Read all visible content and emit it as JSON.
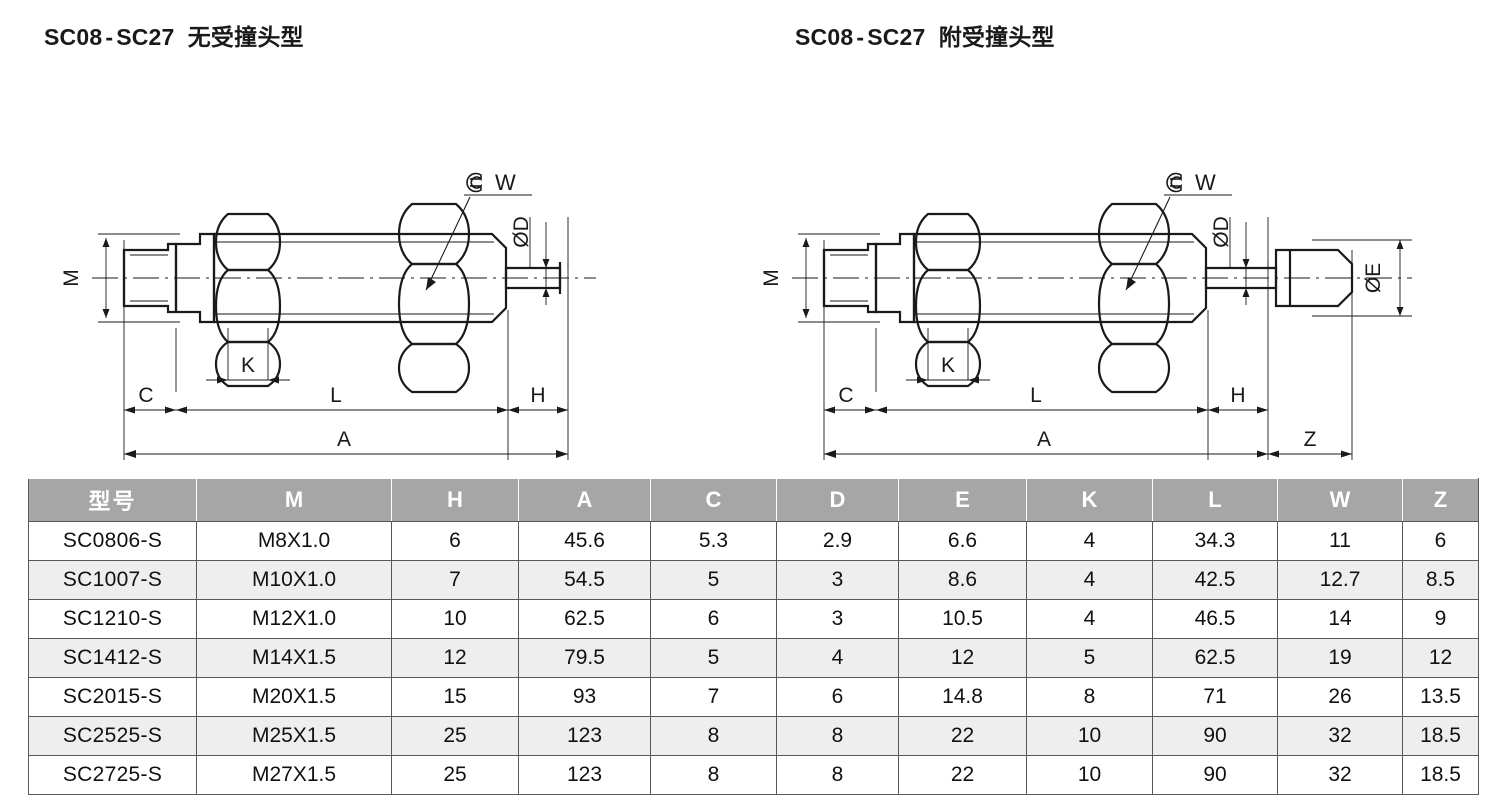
{
  "titles": {
    "left": "SC08 - SC27 无受撞头型",
    "left_code": "SC08",
    "left_dash": "-",
    "left_code2": "SC27",
    "left_cjk": "无受撞头型",
    "right_code": "SC08",
    "right_dash": "-",
    "right_code2": "SC27",
    "right_cjk": "附受撞头型"
  },
  "drawing_left": {
    "name": "shock-absorber-without-impact-cap",
    "labels": {
      "m": "M",
      "w": "W",
      "d": "ØD",
      "c": "C",
      "k": "K",
      "l": "L",
      "h": "H",
      "a": "A"
    }
  },
  "drawing_right": {
    "name": "shock-absorber-with-impact-cap",
    "labels": {
      "m": "M",
      "w": "W",
      "d": "ØD",
      "e": "ØE",
      "c": "C",
      "k": "K",
      "l": "L",
      "h": "H",
      "a": "A",
      "z": "Z"
    }
  },
  "table": {
    "headers": [
      "型号",
      "M",
      "H",
      "A",
      "C",
      "D",
      "E",
      "K",
      "L",
      "W",
      "Z"
    ],
    "rows": [
      [
        "SC0806-S",
        "M8X1.0",
        "6",
        "45.6",
        "5.3",
        "2.9",
        "6.6",
        "4",
        "34.3",
        "11",
        "6"
      ],
      [
        "SC1007-S",
        "M10X1.0",
        "7",
        "54.5",
        "5",
        "3",
        "8.6",
        "4",
        "42.5",
        "12.7",
        "8.5"
      ],
      [
        "SC1210-S",
        "M12X1.0",
        "10",
        "62.5",
        "6",
        "3",
        "10.5",
        "4",
        "46.5",
        "14",
        "9"
      ],
      [
        "SC1412-S",
        "M14X1.5",
        "12",
        "79.5",
        "5",
        "4",
        "12",
        "5",
        "62.5",
        "19",
        "12"
      ],
      [
        "SC2015-S",
        "M20X1.5",
        "15",
        "93",
        "7",
        "6",
        "14.8",
        "8",
        "71",
        "26",
        "13.5"
      ],
      [
        "SC2525-S",
        "M25X1.5",
        "25",
        "123",
        "8",
        "8",
        "22",
        "10",
        "90",
        "32",
        "18.5"
      ],
      [
        "SC2725-S",
        "M27X1.5",
        "25",
        "123",
        "8",
        "8",
        "22",
        "10",
        "90",
        "32",
        "18.5"
      ]
    ]
  },
  "colors": {
    "header_bg": "#a6a6a6",
    "header_text": "#ffffff",
    "row_alt": "#eeeeee",
    "border": "#54595e",
    "line": "#1a1a1a"
  }
}
